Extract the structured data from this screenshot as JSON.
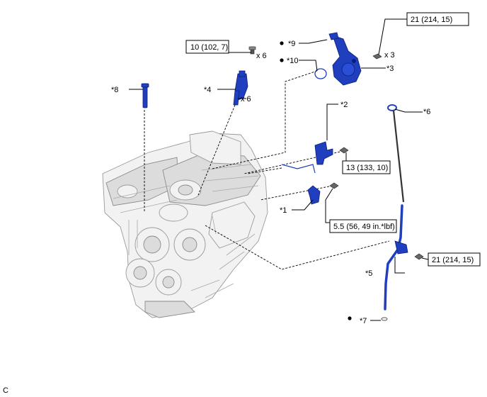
{
  "torque_boxes": {
    "t1": "21 (214, 15)",
    "t2": "10 (102, 7)",
    "t3": "13 (133, 10)",
    "t4": "5.5 (56, 49 in.*lbf)",
    "t5": "21 (214, 15)"
  },
  "callouts": {
    "c1": "*1",
    "c2": "*2",
    "c3": "*3",
    "c4": "*4",
    "c5": "*5",
    "c6": "*6",
    "c7": "*7",
    "c8": "*8",
    "c9": "*9",
    "c10": "*10"
  },
  "quantities": {
    "q_bolt_top": "x 3",
    "q_bolt_coil": "x 6",
    "q_coil": "x 6"
  },
  "corner_code": "C"
}
